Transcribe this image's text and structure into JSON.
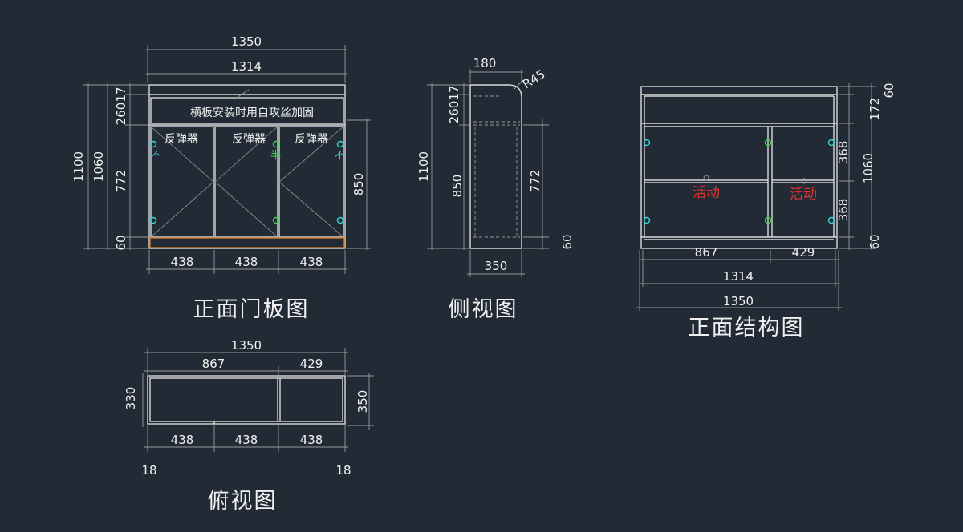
{
  "colors": {
    "background": "#222b35",
    "line": "#d9d9d9",
    "hinge_cyan": "#37d4d4",
    "hinge_green": "#3fd24a",
    "label_red": "#e0322e",
    "base_orange": "#c8782a"
  },
  "front_door": {
    "title": "正面门板图",
    "dim_total_width": "1350",
    "dim_inner_width": "1314",
    "dim_door_1": "438",
    "dim_door_2": "438",
    "dim_door_3": "438",
    "dim_height_total": "1100",
    "dim_height_body": "1060",
    "dim_door_height": "772",
    "dim_top_17": "17",
    "dim_top_260": "260",
    "dim_base": "60",
    "dim_right": "850",
    "note": "横板安装时用自攻丝加固",
    "rebound_1": "反弹器",
    "rebound_2": "反弹器",
    "rebound_3": "反弹器",
    "mark_left": "不",
    "mark_mid": "半",
    "mark_right": "不"
  },
  "side_view": {
    "title": "侧视图",
    "dim_top": "180",
    "dim_radius": "R45",
    "dim_depth": "350",
    "dim_height_total": "1100",
    "dim_top_17": "17",
    "dim_top_260": "260",
    "dim_850": "850",
    "dim_772": "772",
    "dim_60": "60"
  },
  "front_structure": {
    "title": "正面结构图",
    "dim_867": "867",
    "dim_429": "429",
    "dim_1314": "1314",
    "dim_1350": "1350",
    "dim_60_top": "60",
    "dim_172": "172",
    "dim_368_a": "368",
    "dim_1060": "1060",
    "dim_368_b": "368",
    "dim_60_bottom": "60",
    "label_active_1": "活动",
    "label_active_2": "活动"
  },
  "top_view": {
    "title": "俯视图",
    "dim_1350": "1350",
    "dim_867": "867",
    "dim_429": "429",
    "dim_330": "330",
    "dim_350": "350",
    "dim_438_1": "438",
    "dim_438_2": "438",
    "dim_438_3": "438",
    "dim_18_left": "18",
    "dim_18_right": "18"
  }
}
